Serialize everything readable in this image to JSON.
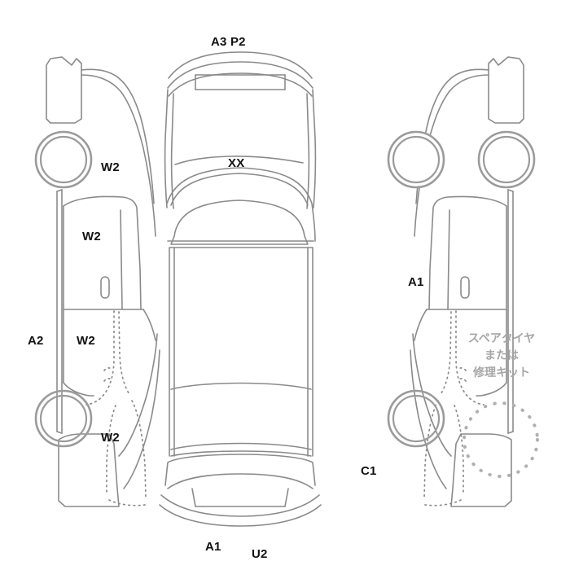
{
  "diagram": {
    "type": "vehicle-damage-code-diagram",
    "background_color": "#ffffff",
    "line_color": "#8a8a8a",
    "label_color": "#111111",
    "note_color": "#a6a6a6",
    "views": {
      "left_side": "left-side-profile",
      "top": "top-down-body",
      "right_side": "right-side-profile"
    }
  },
  "labels": {
    "top_roof": "A3 P2",
    "windshield": "XX",
    "left_front_wheel": "W2",
    "left_front_door": "W2",
    "left_rear_door": "W2",
    "left_rear_wheel": "W2",
    "left_rocker": "A2",
    "right_door": "A1",
    "right_rear": "C1",
    "bottom_left": "A1",
    "bottom_right": "U2"
  },
  "spare_tire_note": {
    "line1": "スペアタイヤ",
    "line2": "または",
    "line3": "修理キット"
  }
}
